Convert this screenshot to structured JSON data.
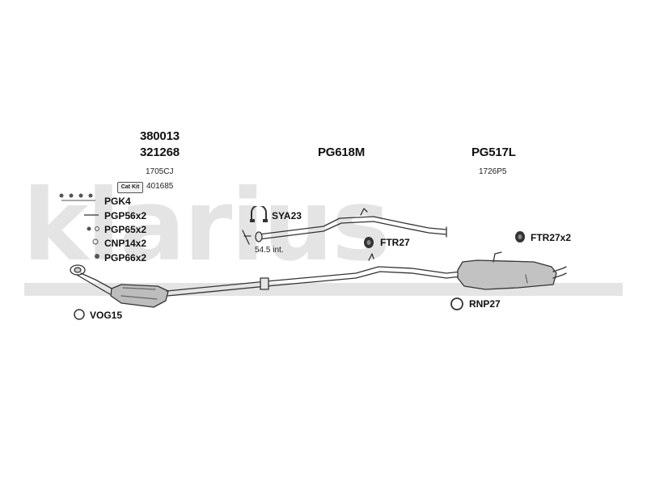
{
  "brand": {
    "watermark": "klarius"
  },
  "catalytic_section": {
    "part_numbers": [
      "380013",
      "321268"
    ],
    "sub_code": "1705CJ",
    "cat_kit_badge": "Cat Kit",
    "cat_kit_number": "401685"
  },
  "middle_section": {
    "part_number": "PG618M"
  },
  "rear_section": {
    "part_number": "PG517L",
    "sub_code": "1726P5"
  },
  "fittings": {
    "list": [
      {
        "label": "PGK4",
        "icon": "bolt-icon"
      },
      {
        "label": "PGP56x2",
        "icon": "pin-icon"
      },
      {
        "label": "PGP65x2",
        "icon": "clip-icon"
      },
      {
        "label": "CNP14x2",
        "icon": "nut-icon"
      },
      {
        "label": "PGP66x2",
        "icon": "stud-icon"
      }
    ],
    "gasket": "VOG15",
    "clamp": "SYA23",
    "clamp_note": "54.5 int.",
    "mount_middle": "FTR27",
    "mount_rear": "FTR27x2",
    "rear_ring": "RNP27"
  }
}
